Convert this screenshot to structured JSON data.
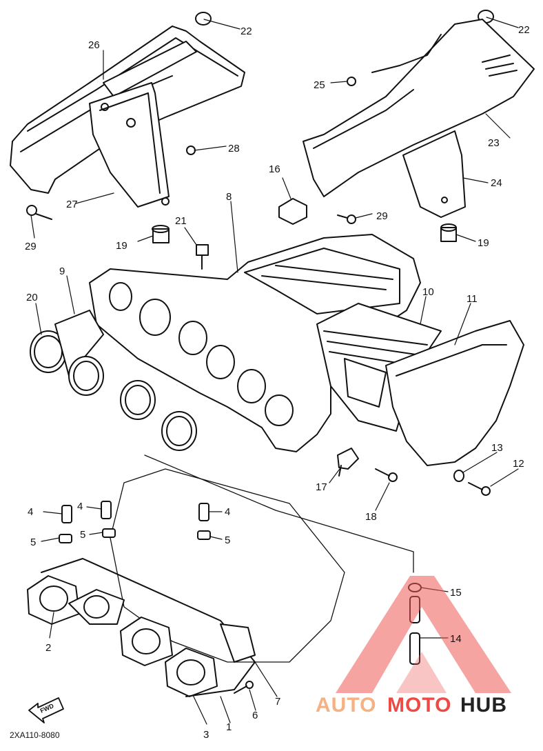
{
  "diagram": {
    "labels": {
      "p1": "1",
      "p2": "2",
      "p3": "3",
      "p4a": "4",
      "p4b": "4",
      "p4c": "4",
      "p5a": "5",
      "p5b": "5",
      "p5c": "5",
      "p6": "6",
      "p7": "7",
      "p8": "8",
      "p9": "9",
      "p10": "10",
      "p11": "11",
      "p12": "12",
      "p13": "13",
      "p14": "14",
      "p15": "15",
      "p16": "16",
      "p17": "17",
      "p18": "18",
      "p19a": "19",
      "p19b": "19",
      "p20": "20",
      "p21": "21",
      "p22a": "22",
      "p22b": "22",
      "p23": "23",
      "p24": "24",
      "p25": "25",
      "p26": "26",
      "p27": "27",
      "p28": "28",
      "p29a": "29",
      "p29b": "29"
    },
    "drawing_code": "2XA110-8080",
    "fwd_marker": "FWD"
  },
  "watermark": {
    "part1": "AUTO",
    "part2": "MOTO",
    "part3": "HUB",
    "color_part1": "#f5b183",
    "color_part2": "#ee4a45",
    "color_part3": "#222222",
    "triangle_color": "#ef5a55"
  }
}
